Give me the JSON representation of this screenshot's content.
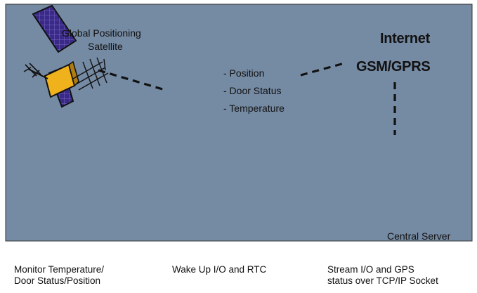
{
  "satellite": {
    "label_line1": "Global Positioning",
    "label_line2": "Satellite"
  },
  "device_info": {
    "items": [
      "- Position",
      "- Door Status",
      "- Temperature"
    ]
  },
  "network": {
    "line1": "Internet",
    "line2": "GSM/GPRS"
  },
  "server": {
    "label": "Central Server"
  },
  "process_steps": [
    {
      "line1": "Monitor Temperature/",
      "line2": "Door Status/Position"
    },
    {
      "line1": "Wake Up I/O and RTC",
      "line2": ""
    },
    {
      "line1": "Stream I/O and GPS",
      "line2": "status over TCP/IP Socket"
    }
  ],
  "colors": {
    "background_panel": "#758aa3",
    "callout": "#fdf5b3",
    "truck_blue": "#1f93c6",
    "satellite_panel": "#3b2c86",
    "satellite_body": "#f0b21c"
  }
}
